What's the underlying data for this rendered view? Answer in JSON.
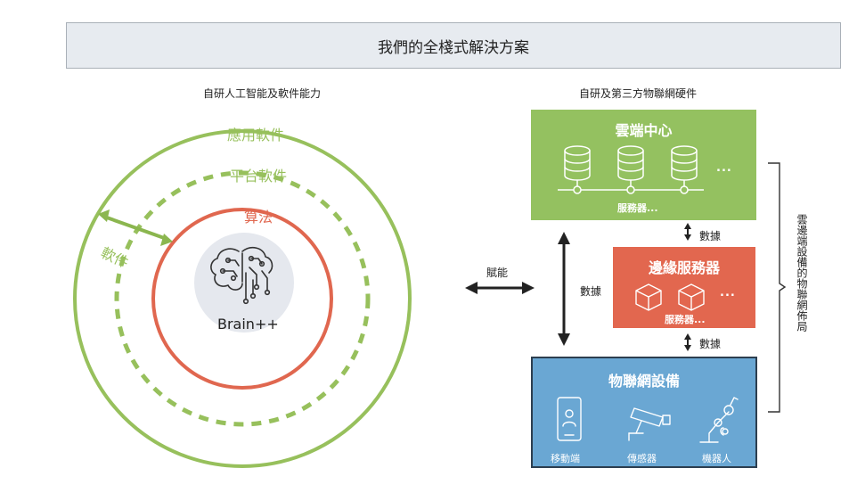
{
  "title": "我們的全棧式解決方案",
  "left": {
    "subtitle": "自研人工智能及軟件能力",
    "ring_outer": "應用軟件",
    "ring_middle": "平台軟件",
    "ring_inner": "算法",
    "core": "Brain++",
    "arrow_label": "軟件",
    "colors": {
      "green": "#97c05c",
      "red": "#e0674f",
      "core": "#e5e8ee"
    }
  },
  "center": {
    "arrow_label": "賦能"
  },
  "right": {
    "subtitle": "自研及第三方物聯網硬件",
    "cloud": {
      "title": "雲端中心",
      "server_label": "服務器...",
      "ellipsis": "...",
      "color": "#94c160"
    },
    "edge": {
      "title": "邊緣服務器",
      "server_label": "服務器...",
      "ellipsis": "...",
      "color": "#e2674f"
    },
    "iot": {
      "title": "物聯網設備",
      "color": "#6aa7d3",
      "devices": [
        "移動端",
        "傳感器",
        "機器人"
      ]
    },
    "data_label_top": "數據",
    "data_label_left": "數據",
    "data_label_bottom": "數據",
    "side_label": "雲邊端設備的物聯網佈局"
  }
}
